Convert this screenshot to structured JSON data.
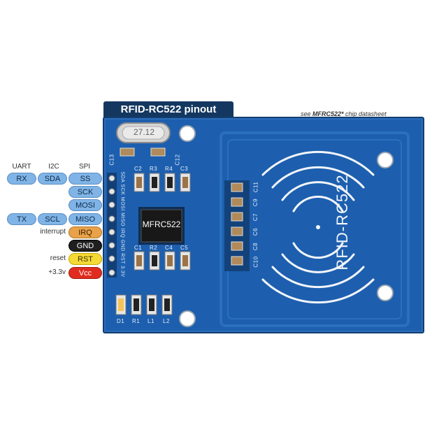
{
  "title": "RFID-RC522 pinout",
  "note": {
    "prefix": "see ",
    "chip": "MFRC522*",
    "suffix": " chip datasheet"
  },
  "columns": {
    "uart": "UART",
    "i2c": "I2C",
    "spi": "SPI"
  },
  "pins": [
    {
      "spi": "SS",
      "i2c": "SDA",
      "uart": "RX",
      "color": "blue"
    },
    {
      "spi": "SCK",
      "color": "blue"
    },
    {
      "spi": "MOSI",
      "color": "blue"
    },
    {
      "spi": "MISO",
      "i2c": "SCL",
      "uart": "TX",
      "color": "blue"
    },
    {
      "spi": "IRQ",
      "side": "interrupt",
      "color": "orange"
    },
    {
      "spi": "GND",
      "color": "black"
    },
    {
      "spi": "RST",
      "side": "reset",
      "color": "yellow"
    },
    {
      "spi": "Vcc",
      "side": "+3.3v",
      "color": "red"
    }
  ],
  "board": {
    "crystal": "27.12",
    "chip": "MFRC522",
    "antenna_label": "RFID-RC522",
    "header_silk": "SDA SCK MOSI MISO IRQ GND RST 3.3V",
    "components_top": [
      "C2",
      "R3",
      "R4",
      "C3"
    ],
    "components_mid": [
      "C1",
      "R2",
      "C4",
      "C5"
    ],
    "components_bottom": [
      "D1",
      "R1",
      "L1",
      "L2"
    ],
    "caps_left": [
      "C13",
      "C12"
    ],
    "caps_right": [
      "C11",
      "C9",
      "C7",
      "C6",
      "C8",
      "C10"
    ]
  },
  "colors": {
    "pcb": "#1d5fae",
    "pcb_dark": "#14477f",
    "title_bg": "#143760"
  }
}
